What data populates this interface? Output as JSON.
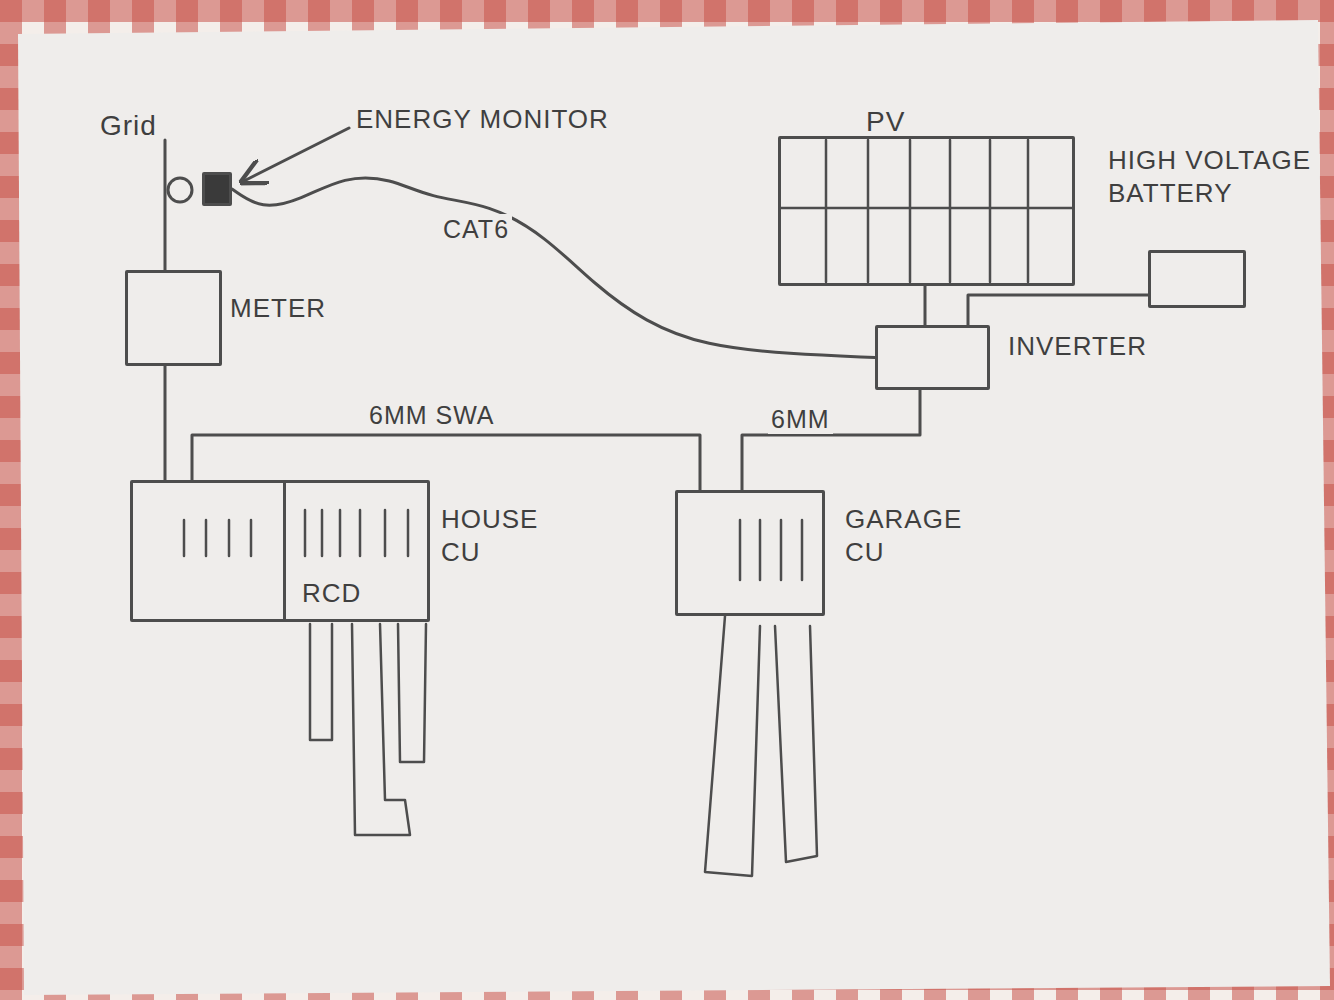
{
  "diagram": {
    "nodes": [
      {
        "text": [
          "ENERGY MONITOR"
        ]
      },
      {
        "text": [
          "PV"
        ]
      },
      {
        "text": [
          "HIGH VOLTAGE BATTERY"
        ]
      },
      {
        "text": [
          "METER"
        ]
      },
      {
        "text": [
          "INVERTER"
        ]
      },
      {
        "text": [
          "HOUSE CU"
        ]
      },
      {
        "text": [
          "RCD"
        ],
        "in": 5
      },
      {
        "text": [
          "GARAGE CU"
        ]
      }
    ],
    "edges": [
      {
        "from": 0,
        "to": 4,
        "label": "CAT6",
        "arrow": "none"
      },
      {
        "from": 1,
        "to": 4,
        "arrow": "none"
      },
      {
        "from": 2,
        "to": 4,
        "arrow": "none"
      },
      {
        "from": 3,
        "to": 5,
        "arrow": "none"
      },
      {
        "from": 5,
        "to": 7,
        "label": "6MM SWA",
        "arrow": "none"
      },
      {
        "from": 4,
        "to": 7,
        "label": "6MM",
        "arrow": "none"
      }
    ],
    "labels": [
      "Grid"
    ]
  }
}
